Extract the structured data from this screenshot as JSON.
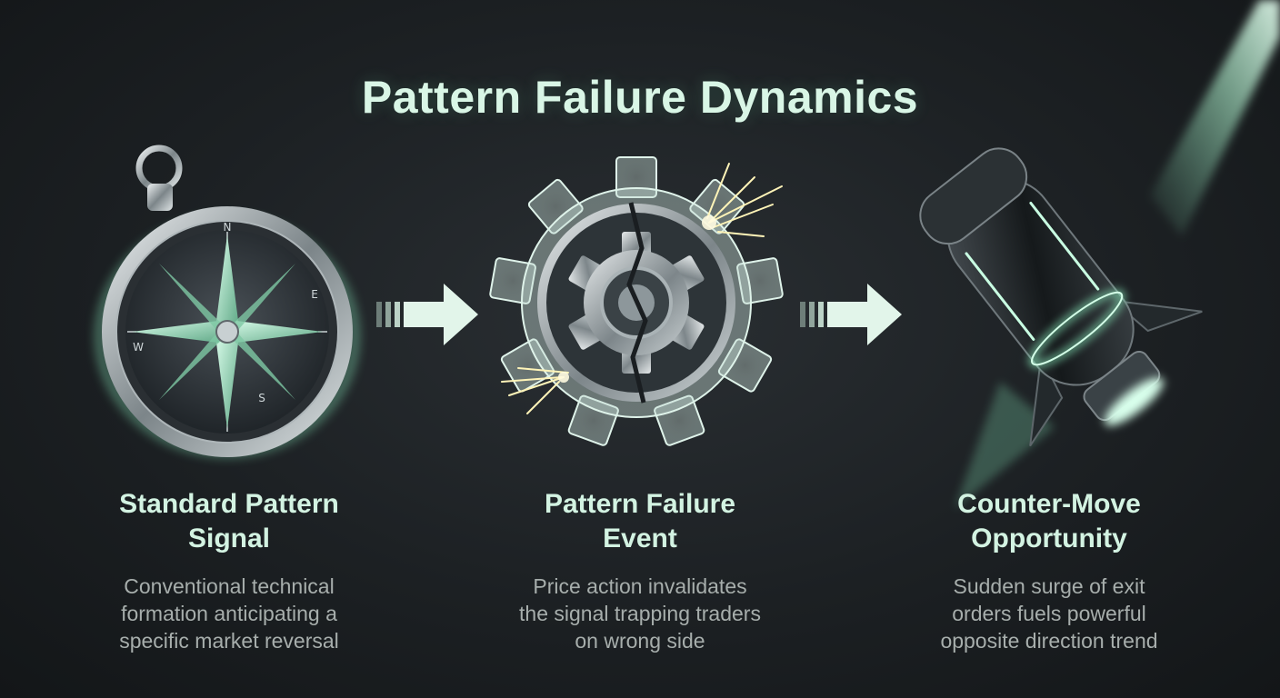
{
  "title": "Pattern Failure Dynamics",
  "colors": {
    "accent": "#8ff5c4",
    "background": "#1c2023",
    "title_text": "#d9f6e6",
    "body_text": "#a7aeac"
  },
  "steps": [
    {
      "icon": "compass-icon",
      "title_line1": "Standard Pattern",
      "title_line2": "Signal",
      "desc_line1": "Conventional technical",
      "desc_line2": "formation anticipating a",
      "desc_line3": "specific market reversal"
    },
    {
      "icon": "broken-gear-icon",
      "title_line1": "Pattern Failure",
      "title_line2": "Event",
      "desc_line1": "Price action invalidates",
      "desc_line2": "the signal trapping traders",
      "desc_line3": "on wrong side"
    },
    {
      "icon": "rocket-icon",
      "title_line1": "Counter-Move",
      "title_line2": "Opportunity",
      "desc_line1": "Sudden surge of exit",
      "desc_line2": "orders fuels powerful",
      "desc_line3": "opposite direction trend"
    }
  ],
  "compass_letters": {
    "north": "N",
    "east": "E",
    "west": "W",
    "south": "S"
  },
  "connectors": [
    "arrow-right-icon",
    "arrow-right-icon"
  ]
}
